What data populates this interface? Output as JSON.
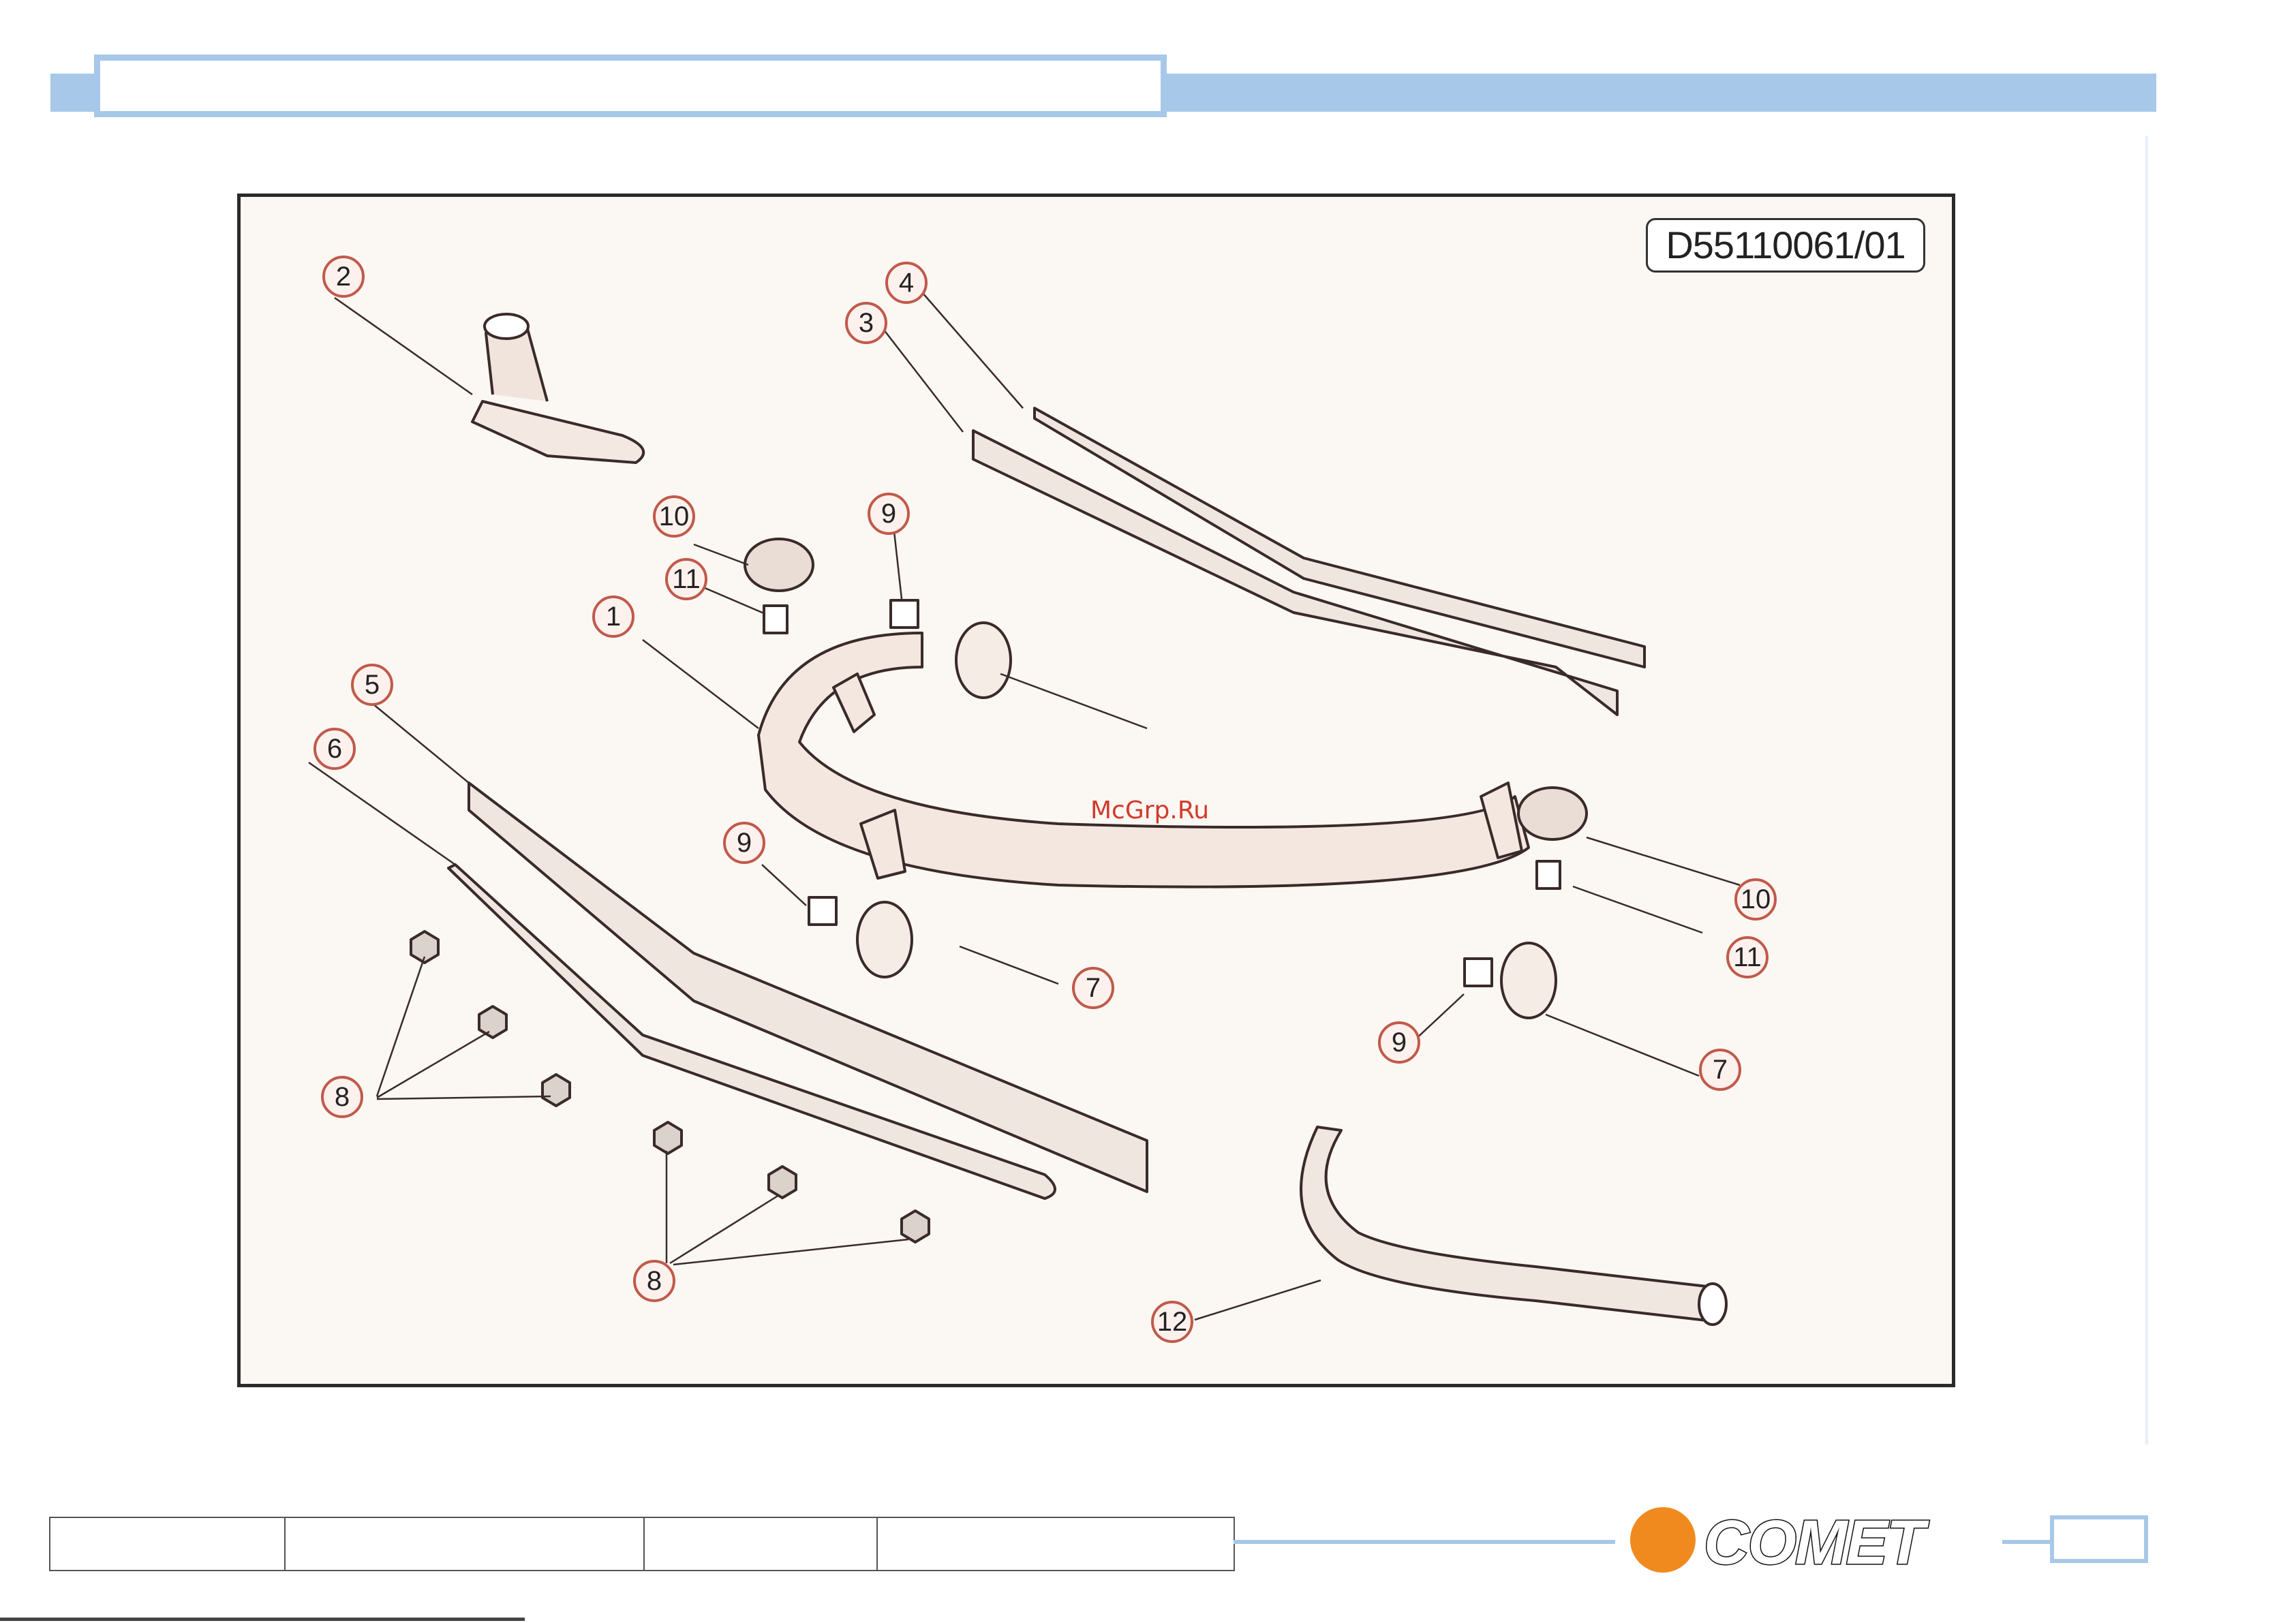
{
  "drawing": {
    "code": "D55110061/01",
    "watermark": "McGrp.Ru",
    "callouts": [
      "2",
      "4",
      "3",
      "10",
      "9",
      "11",
      "1",
      "5",
      "6",
      "9",
      "10",
      "11",
      "7",
      "9",
      "7",
      "8",
      "8",
      "12"
    ]
  },
  "footer": {
    "logo": "COMET"
  }
}
